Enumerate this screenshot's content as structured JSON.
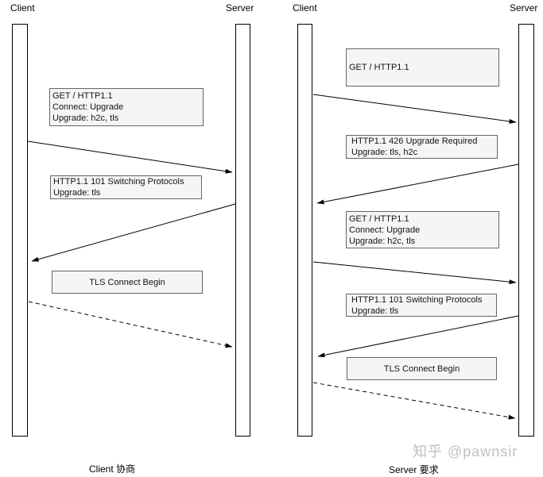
{
  "watermark": "知乎 @pawnsir",
  "colors": {
    "box_fill": "#f5f5f5",
    "box_border": "#666666",
    "line": "#000000",
    "watermark_text": "#bfbfbf"
  },
  "left_diagram": {
    "caption": "Client 协商",
    "client_label": "Client",
    "server_label": "Server",
    "messages": [
      {
        "lines": [
          "GET / HTTP1.1",
          "Connect: Upgrade",
          "Upgrade: h2c, tls"
        ]
      },
      {
        "lines": [
          "HTTP1.1 101 Switching Protocols",
          "Upgrade: tls"
        ]
      },
      {
        "lines": [
          "TLS Connect Begin"
        ]
      }
    ],
    "arrows": [
      {
        "from": "client",
        "to": "server",
        "style": "solid"
      },
      {
        "from": "server",
        "to": "client",
        "style": "solid"
      },
      {
        "from": "client",
        "to": "server",
        "style": "dashed"
      }
    ]
  },
  "right_diagram": {
    "caption": "Server 要求",
    "client_label": "Client",
    "server_label": "Server",
    "messages": [
      {
        "lines": [
          "GET / HTTP1.1"
        ]
      },
      {
        "lines": [
          "HTTP1.1 426 Upgrade Required",
          "Upgrade: tls, h2c"
        ]
      },
      {
        "lines": [
          "GET / HTTP1.1",
          "Connect: Upgrade",
          "Upgrade: h2c, tls"
        ]
      },
      {
        "lines": [
          "HTTP1.1 101 Switching Protocols",
          "Upgrade: tls"
        ]
      },
      {
        "lines": [
          "TLS Connect Begin"
        ]
      }
    ],
    "arrows": [
      {
        "from": "client",
        "to": "server",
        "style": "solid"
      },
      {
        "from": "server",
        "to": "client",
        "style": "solid"
      },
      {
        "from": "client",
        "to": "server",
        "style": "solid"
      },
      {
        "from": "server",
        "to": "client",
        "style": "solid"
      },
      {
        "from": "client",
        "to": "server",
        "style": "dashed"
      }
    ]
  }
}
